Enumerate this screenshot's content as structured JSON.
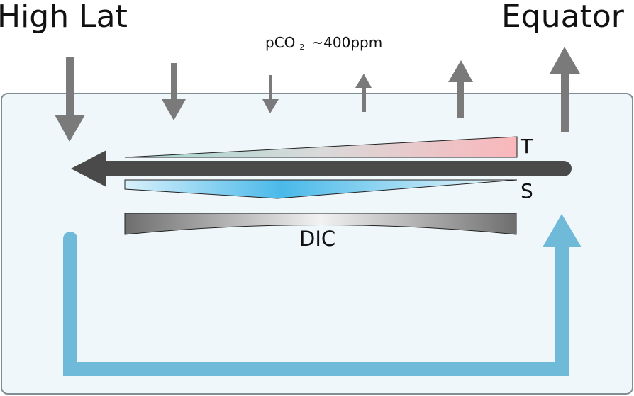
{
  "title_left": "High Lat",
  "title_right": "Equator",
  "pco2": {
    "prefix": "pCO",
    "subscript": "2",
    "value": "~400ppm"
  },
  "labels": {
    "temperature": "T",
    "salinity": "S",
    "dic": "DIC"
  },
  "colors": {
    "ocean_fill": "#eff7fa",
    "ocean_stroke": "#7f8f93",
    "flux_arrow": "#7a7a7a",
    "surface_current": "#4a4a4a",
    "deep_return": "#6fbad8",
    "temperature_warm": "#f9b7bb",
    "salinity_max": "#4ab9e9",
    "dic_dark": "#6e6e6e"
  },
  "icons": {
    "ingassing": "down-arrow-icon",
    "outgassing": "up-arrow-icon",
    "surface_flow": "left-arrow-icon",
    "return_flow": "up-arrow-icon"
  }
}
